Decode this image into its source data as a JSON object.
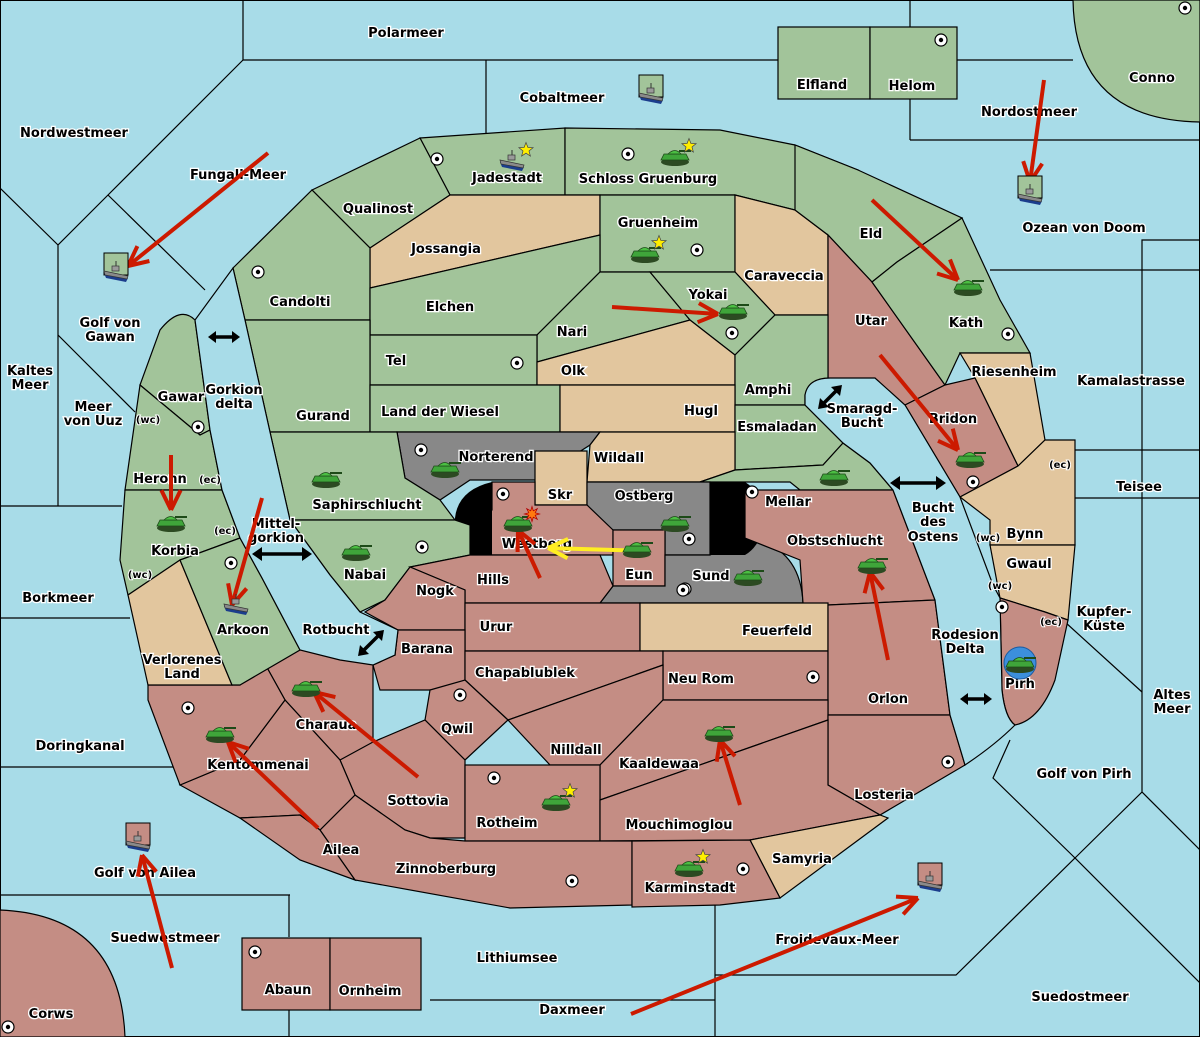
{
  "map": {
    "title": "Diplomacy variant map",
    "colors": {
      "sea": "#a8dce8",
      "green_power": "#a2c49a",
      "red_power": "#c48d84",
      "neutral": "#e2c69e",
      "impassable_gray": "#888888",
      "order_move": "#cc1a00",
      "order_support": "#ffee22",
      "supply_center_star": "#ffee00"
    },
    "sea_regions": [
      {
        "name": "Polarmeer"
      },
      {
        "name": "Cobaltmeer"
      },
      {
        "name": "Nordwestmeer"
      },
      {
        "name": "Fungali-Meer"
      },
      {
        "name": "Nordostmeer"
      },
      {
        "name": "Ozean von Doom"
      },
      {
        "name": "Golf von Gawan"
      },
      {
        "name": "Kaltes Meer"
      },
      {
        "name": "Meer von Uuz"
      },
      {
        "name": "Gorkion delta"
      },
      {
        "name": "Mittel-gorkion"
      },
      {
        "name": "Rotbucht"
      },
      {
        "name": "Borkmeer"
      },
      {
        "name": "Doringkanal"
      },
      {
        "name": "Golf von Ailea"
      },
      {
        "name": "Suedwestmeer"
      },
      {
        "name": "Lithiumsee"
      },
      {
        "name": "Daxmeer"
      },
      {
        "name": "Froidevaux-Meer"
      },
      {
        "name": "Suedostmeer"
      },
      {
        "name": "Golf von Pirh"
      },
      {
        "name": "Altes Meer"
      },
      {
        "name": "Kupfer-Küste"
      },
      {
        "name": "Teisee"
      },
      {
        "name": "Kamalastrasse"
      },
      {
        "name": "Smaragd-Bucht"
      },
      {
        "name": "Bucht des Ostens"
      },
      {
        "name": "Rodesion Delta"
      }
    ],
    "land_regions": [
      {
        "name": "Elfland",
        "owner": "green"
      },
      {
        "name": "Helom",
        "owner": "green",
        "supply_center": true
      },
      {
        "name": "Conno",
        "owner": "green",
        "supply_center": true
      },
      {
        "name": "Jadestadt",
        "owner": "green",
        "supply_center": true
      },
      {
        "name": "Schloss Gruenburg",
        "owner": "green",
        "supply_center": true
      },
      {
        "name": "Qualinost",
        "owner": "green"
      },
      {
        "name": "Jossangia",
        "owner": "neutral"
      },
      {
        "name": "Gruenheim",
        "owner": "green",
        "supply_center": true
      },
      {
        "name": "Caraveccia",
        "owner": "neutral"
      },
      {
        "name": "Eld",
        "owner": "green"
      },
      {
        "name": "Candolti",
        "owner": "green",
        "supply_center": true
      },
      {
        "name": "Elchen",
        "owner": "green"
      },
      {
        "name": "Nari",
        "owner": "green"
      },
      {
        "name": "Yokai",
        "owner": "green",
        "supply_center": true
      },
      {
        "name": "Utar",
        "owner": "red"
      },
      {
        "name": "Kath",
        "owner": "green",
        "supply_center": true
      },
      {
        "name": "Tel",
        "owner": "green",
        "supply_center": true
      },
      {
        "name": "Olk",
        "owner": "neutral"
      },
      {
        "name": "Amphi",
        "owner": "green"
      },
      {
        "name": "Riesenheim",
        "owner": "neutral"
      },
      {
        "name": "Gawar",
        "owner": "green",
        "supply_center": true
      },
      {
        "name": "Gurand",
        "owner": "green"
      },
      {
        "name": "Land der Wiesel",
        "owner": "green"
      },
      {
        "name": "Hugl",
        "owner": "neutral"
      },
      {
        "name": "Esmaladan",
        "owner": "green"
      },
      {
        "name": "Bridon",
        "owner": "red",
        "supply_center": true
      },
      {
        "name": "Norterend",
        "owner": "gray",
        "supply_center": true
      },
      {
        "name": "Wildall",
        "owner": "neutral"
      },
      {
        "name": "Heronn",
        "owner": "green"
      },
      {
        "name": "Skr",
        "owner": "neutral"
      },
      {
        "name": "Ostberg",
        "owner": "gray",
        "supply_center": true
      },
      {
        "name": "Mellar",
        "owner": "green",
        "supply_center": true
      },
      {
        "name": "Saphirschlucht",
        "owner": "green"
      },
      {
        "name": "Westberg",
        "owner": "red",
        "supply_center": true
      },
      {
        "name": "Korbia",
        "owner": "green"
      },
      {
        "name": "Obstschlucht",
        "owner": "red"
      },
      {
        "name": "Bynn",
        "owner": "neutral"
      },
      {
        "name": "Nabai",
        "owner": "green",
        "supply_center": true
      },
      {
        "name": "Eun",
        "owner": "red"
      },
      {
        "name": "Hills",
        "owner": "red"
      },
      {
        "name": "Sund",
        "owner": "gray",
        "supply_center": true
      },
      {
        "name": "Gwaul",
        "owner": "neutral"
      },
      {
        "name": "Nogk",
        "owner": "red"
      },
      {
        "name": "Arkoon",
        "owner": "green",
        "supply_center": true
      },
      {
        "name": "Urur",
        "owner": "red"
      },
      {
        "name": "Feuerfeld",
        "owner": "neutral"
      },
      {
        "name": "Barana",
        "owner": "red"
      },
      {
        "name": "Verlorenes Land",
        "owner": "neutral"
      },
      {
        "name": "Chapablublek",
        "owner": "red"
      },
      {
        "name": "Neu Rom",
        "owner": "red",
        "supply_center": true
      },
      {
        "name": "Pirh",
        "owner": "red",
        "supply_center": true
      },
      {
        "name": "Charaua",
        "owner": "red"
      },
      {
        "name": "Qwil",
        "owner": "red",
        "supply_center": true
      },
      {
        "name": "Orlon",
        "owner": "red"
      },
      {
        "name": "Kentommenai",
        "owner": "red",
        "supply_center": true
      },
      {
        "name": "Nilldall",
        "owner": "red"
      },
      {
        "name": "Kaaldewaa",
        "owner": "red"
      },
      {
        "name": "Sottovia",
        "owner": "red"
      },
      {
        "name": "Losteria",
        "owner": "red",
        "supply_center": true
      },
      {
        "name": "Rotheim",
        "owner": "red",
        "supply_center": true
      },
      {
        "name": "Mouchimoglou",
        "owner": "red"
      },
      {
        "name": "Ailea",
        "owner": "red"
      },
      {
        "name": "Samyria",
        "owner": "neutral"
      },
      {
        "name": "Zinnoberburg",
        "owner": "red",
        "supply_center": true
      },
      {
        "name": "Karminstadt",
        "owner": "red",
        "supply_center": true
      },
      {
        "name": "Abaun",
        "owner": "red",
        "supply_center": true
      },
      {
        "name": "Ornheim",
        "owner": "red"
      },
      {
        "name": "Corws",
        "owner": "red",
        "supply_center": true
      }
    ],
    "coast_labels": [
      "(wc)",
      "(ec)",
      "(ec)",
      "(wc)",
      "(ec)",
      "(wc)",
      "(wc)",
      "(ec)"
    ],
    "units": [
      {
        "type": "fleet",
        "power": "green",
        "location": "Cobaltmeer"
      },
      {
        "type": "fleet",
        "power": "green",
        "location": "Jadestadt",
        "home": true
      },
      {
        "type": "army",
        "power": "green",
        "location": "Schloss Gruenburg",
        "home": true
      },
      {
        "type": "army",
        "power": "green",
        "location": "Gruenheim",
        "home": true
      },
      {
        "type": "army",
        "power": "green",
        "location": "Yokai"
      },
      {
        "type": "fleet",
        "power": "green",
        "location": "Golf von Gawan"
      },
      {
        "type": "fleet",
        "power": "green",
        "location": "Ozean von Doom"
      },
      {
        "type": "army",
        "power": "green",
        "location": "Kath"
      },
      {
        "type": "army",
        "power": "green",
        "location": "Bridon"
      },
      {
        "type": "army",
        "power": "green",
        "location": "Norterend"
      },
      {
        "type": "army",
        "power": "green",
        "location": "Saphirschlucht"
      },
      {
        "type": "army",
        "power": "green",
        "location": "Korbia"
      },
      {
        "type": "army",
        "power": "green",
        "location": "Nabai"
      },
      {
        "type": "fleet",
        "power": "green",
        "location": "Arkoon"
      },
      {
        "type": "army",
        "power": "green",
        "location": "Westberg",
        "dislodged": true
      },
      {
        "type": "army",
        "power": "green",
        "location": "Ostberg"
      },
      {
        "type": "army",
        "power": "green",
        "location": "Eun"
      },
      {
        "type": "army",
        "power": "green",
        "location": "Sund"
      },
      {
        "type": "army",
        "power": "green",
        "location": "Mellar"
      },
      {
        "type": "army",
        "power": "green",
        "location": "Obstschlucht"
      },
      {
        "type": "army",
        "power": "green",
        "location": "Pirh",
        "highlighted": true
      },
      {
        "type": "army",
        "power": "green",
        "location": "Charaua"
      },
      {
        "type": "army",
        "power": "green",
        "location": "Kentommenai"
      },
      {
        "type": "army",
        "power": "green",
        "location": "Kaaldewaa"
      },
      {
        "type": "army",
        "power": "green",
        "location": "Rotheim",
        "home": true
      },
      {
        "type": "army",
        "power": "green",
        "location": "Karminstadt",
        "home": true
      },
      {
        "type": "fleet",
        "power": "red",
        "location": "Golf von Ailea"
      },
      {
        "type": "fleet",
        "power": "red",
        "location": "Froidevaux-Meer"
      }
    ],
    "orders": [
      {
        "kind": "move",
        "from": "Fungali-Meer",
        "to": "Golf von Gawan"
      },
      {
        "kind": "move",
        "from": "Nordostmeer",
        "to": "Ozean von Doom"
      },
      {
        "kind": "move",
        "from": "Nari",
        "to": "Yokai"
      },
      {
        "kind": "move",
        "from": "Eld",
        "to": "Kath"
      },
      {
        "kind": "move",
        "from": "Utar",
        "to": "Bridon"
      },
      {
        "kind": "move",
        "from": "Heronn",
        "to": "Korbia"
      },
      {
        "kind": "move",
        "from": "Mittel-gorkion",
        "to": "Arkoon"
      },
      {
        "kind": "move",
        "from": "Hills",
        "to": "Westberg"
      },
      {
        "kind": "support",
        "from": "Eun",
        "to": "Westberg"
      },
      {
        "kind": "move",
        "from": "Orlon",
        "to": "Obstschlucht"
      },
      {
        "kind": "move",
        "from": "Sottovia",
        "to": "Charaua"
      },
      {
        "kind": "move",
        "from": "Ailea",
        "to": "Kentommenai"
      },
      {
        "kind": "move",
        "from": "Mouchimoglou",
        "to": "Kaaldewaa"
      },
      {
        "kind": "move",
        "from": "Suedwestmeer",
        "to": "Golf von Ailea"
      },
      {
        "kind": "move",
        "from": "Daxmeer",
        "to": "Froidevaux-Meer"
      }
    ]
  }
}
